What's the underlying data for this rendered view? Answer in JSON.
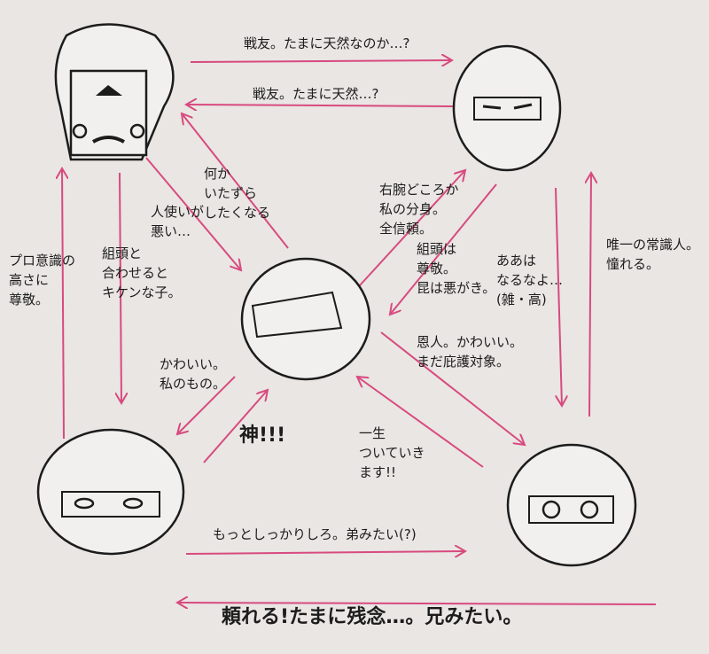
{
  "colors": {
    "arrow": "#d84a7f",
    "ink": "#1c1c1c",
    "paper": "#e9e6e3"
  },
  "characters": [
    "top-left",
    "top-right",
    "center",
    "bottom-left",
    "bottom-right"
  ],
  "labels": {
    "tl_to_tr": "戦友。たまに天然なのか…?",
    "tr_to_tl": "戦友。たまに天然…?",
    "center_to_tl": "何か\nいたずら\nしたくなる",
    "tl_to_center": "人使いが\n悪い…",
    "center_to_tr": "右腕どころか\n私の分身。\n全信頼。",
    "tr_to_center": "組頭は\n尊敬。\n昆は悪がき。",
    "tr_to_br": "ああは\nなるなよ…\n(雑・高)",
    "br_to_tr": "唯一の常識人。\n憧れる。",
    "bl_to_tl": "プロ意識の\n高さに\n尊敬。",
    "tl_to_bl": "組頭と\n合わせると\nキケンな子。",
    "center_to_bl": "かわいい。\n私のもの。",
    "bl_to_center": "神!!!",
    "br_to_center": "一生\nついていき\nます!!",
    "center_to_br": "恩人。かわいい。\nまだ庇護対象。",
    "bl_to_br": "もっとしっかりしろ。弟みたい(?)",
    "br_to_bl": "頼れる!たまに残念…。兄みたい。"
  }
}
